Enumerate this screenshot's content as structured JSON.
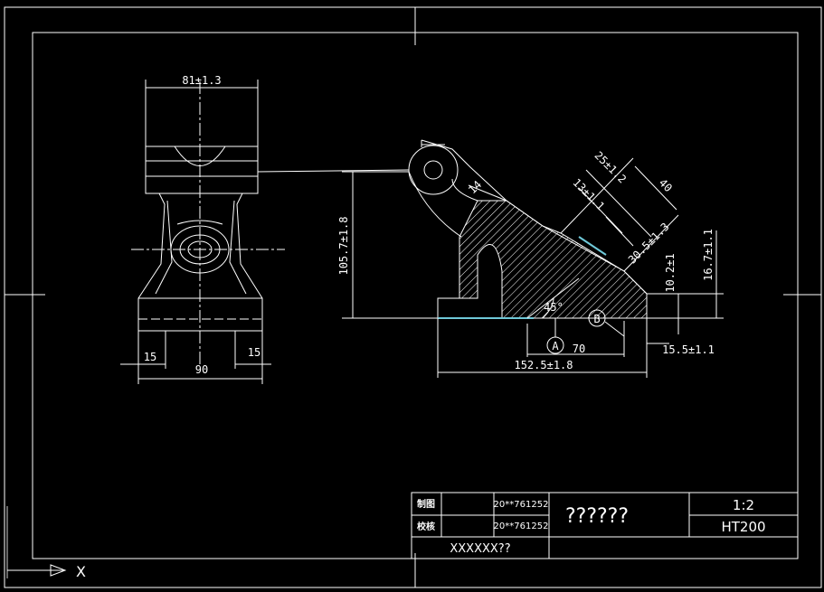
{
  "colors": {
    "background": "#000000",
    "line": "#ffffff",
    "hatch": "#6fc8d8"
  },
  "front_view": {
    "width_top": "81±1.3",
    "foot_left": "15",
    "foot_right": "15",
    "base_width": "90"
  },
  "side_view": {
    "height": "105.7±1.8",
    "thickness": "14",
    "rib_25": "25±1.2",
    "rib_40": "40",
    "rib_13": "13±1.1",
    "rib_30": "30.5±1.3",
    "h_10": "10.2±1",
    "h_16": "16.7±1.1",
    "angle": "45°",
    "datum_a": "A",
    "datum_b": "B",
    "len_70": "70",
    "len_15": "15.5±1.1",
    "total_len": "152.5±1.8"
  },
  "title_block": {
    "drawn_label": "制图",
    "checked_label": "校核",
    "drawn_id": "20**761252",
    "checked_id": "20**761252",
    "part_name": "??????",
    "scale": "1:2",
    "material": "HT200",
    "school": "XXXXXX??"
  },
  "ucs": {
    "x_label": "X"
  }
}
